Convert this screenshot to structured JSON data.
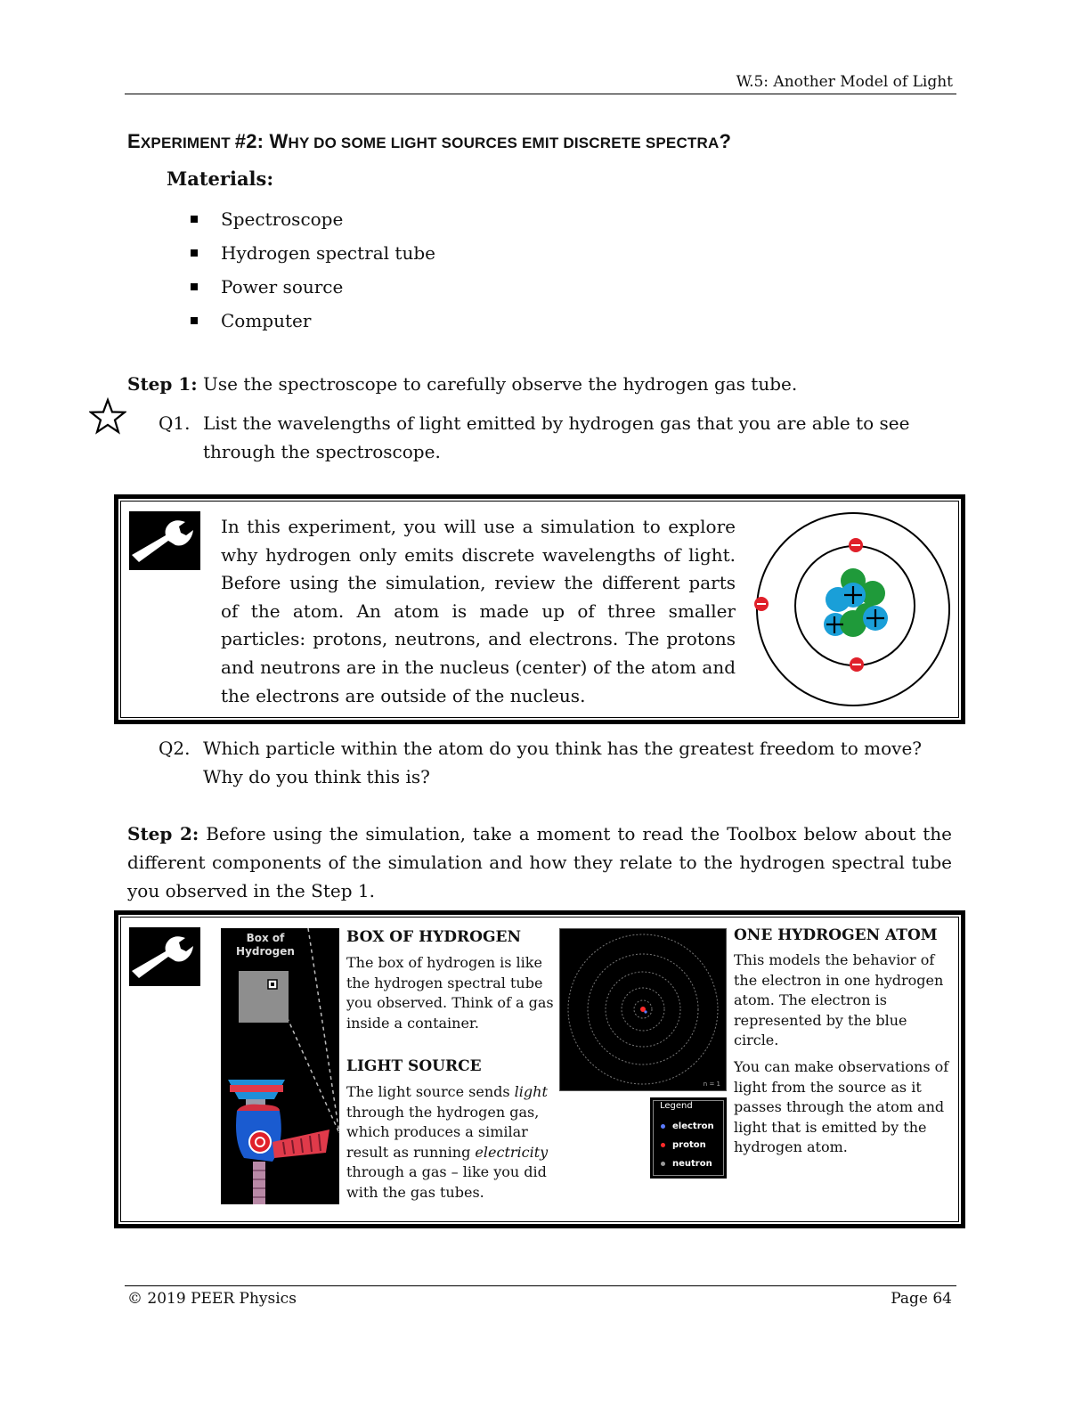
{
  "header": {
    "title": "W.5: Another Model of Light"
  },
  "experiment": {
    "title_prefix": "E",
    "title_prefix_rest": "XPERIMENT ",
    "title_number": "#2: ",
    "title_w": "W",
    "title_rest": "HY DO SOME LIGHT SOURCES EMIT DISCRETE SPECTRA",
    "title_q": "?"
  },
  "materials": {
    "heading": "Materials:",
    "items": [
      "Spectroscope",
      "Hydrogen spectral tube",
      "Power source",
      "Computer"
    ]
  },
  "step1": {
    "label": "Step 1:",
    "text": " Use the spectroscope to carefully observe the hydrogen gas tube."
  },
  "q1": {
    "number": "Q1.",
    "text": "List the wavelengths of light emitted by hydrogen gas that you are able to see through the spectroscope."
  },
  "intro_box": {
    "text": "In this experiment, you will use a simulation to explore why hydrogen only emits discrete wavelengths of light. Before using the simulation, review the different parts of the atom.  An atom is made up of three smaller particles: protons, neutrons, and electrons.   The protons and neutrons are in the nucleus (center) of the atom and the electrons are outside of the nucleus."
  },
  "q2": {
    "number": "Q2.",
    "text": "Which particle within the atom do you think has the greatest freedom to move? Why do you think this is?"
  },
  "step2": {
    "label": "Step 2:",
    "text": " Before using the simulation, take a moment to read the Toolbox below about the different components of the simulation and how they relate to the hydrogen spectral tube you observed in the Step 1."
  },
  "toolbox": {
    "box_label_line1": "Box of",
    "box_label_line2": "Hydrogen",
    "box_heading": "BOX OF HYDROGEN",
    "box_text": "The box of hydrogen is like the hydrogen spectral tube you observed.  Think of a gas inside a container.",
    "light_heading": "LIGHT SOURCE",
    "light_text_1": "The light source sends ",
    "light_text_em1": "light",
    "light_text_2": " through the hydrogen gas, which  produces a similar result as running ",
    "light_text_em2": "electricity",
    "light_text_3": " through a gas – like you did with the gas tubes.",
    "sim_n_label": "n = 1",
    "legend_title": "Legend",
    "legend_items": [
      {
        "label": "electron",
        "color": "#5b7bff"
      },
      {
        "label": "proton",
        "color": "#ff2a2a"
      },
      {
        "label": "neutron",
        "color": "#9a9a9a"
      }
    ],
    "atom_heading": "ONE HYDROGEN ATOM",
    "atom_text_1": "This models the behavior of the electron in one hydrogen atom.  The electron is represented by the blue circle.",
    "atom_text_2": "You can make observations of light from the source as it passes through the atom and light that is emitted by the hydrogen atom."
  },
  "footer": {
    "copyright": "© 2019 PEER Physics",
    "page": "Page 64"
  },
  "colors": {
    "proton_blue": "#1a9fd8",
    "neutron_green": "#1f9a3a",
    "electron_red": "#e0202a"
  }
}
